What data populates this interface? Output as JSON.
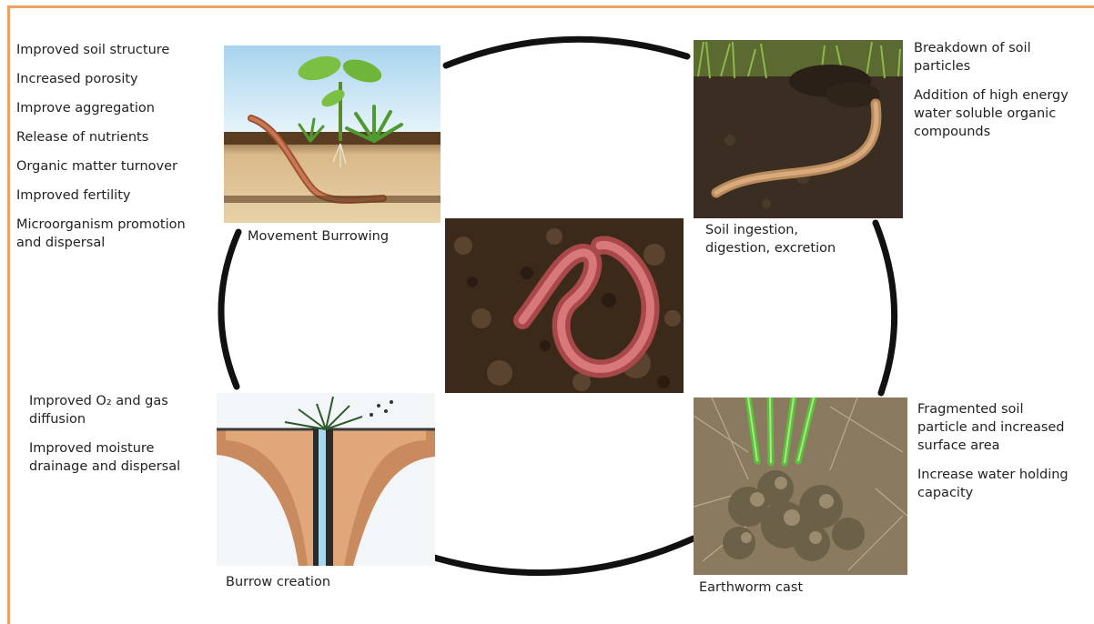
{
  "panels": {
    "top_left": {
      "benefits": [
        "Improved soil structure",
        "Increased porosity",
        "Improve aggregation",
        "Release of nutrients",
        "Organic matter turnover",
        "Improved fertility",
        "Microorganism promotion\nand dispersal"
      ],
      "caption": "Movement Burrowing"
    },
    "top_right": {
      "benefits": [
        "Breakdown of soil\nparticles",
        "Addition of high energy\nwater soluble organic\ncompounds"
      ],
      "caption": "Soil ingestion,\ndigestion, excretion"
    },
    "bottom_left": {
      "benefits": [
        "Improved O₂ and gas\ndiffusion",
        "Improved moisture\ndrainage and dispersal"
      ],
      "caption": "Burrow creation"
    },
    "bottom_right": {
      "benefits": [
        "Fragmented soil\nparticle and increased\nsurface area",
        "Increase water holding\ncapacity"
      ],
      "caption": "Earthworm cast"
    }
  },
  "colors": {
    "frame": "#f0a060",
    "cycle_arc": "#111111",
    "soil_dark": "#3b2a1a",
    "worm_pink": "#c8655e"
  },
  "icons": [
    "plant-with-earthworm-image",
    "earthworm-on-soil-image",
    "earthworm-center-image",
    "burrow-cross-section-image",
    "earthworm-cast-image"
  ]
}
